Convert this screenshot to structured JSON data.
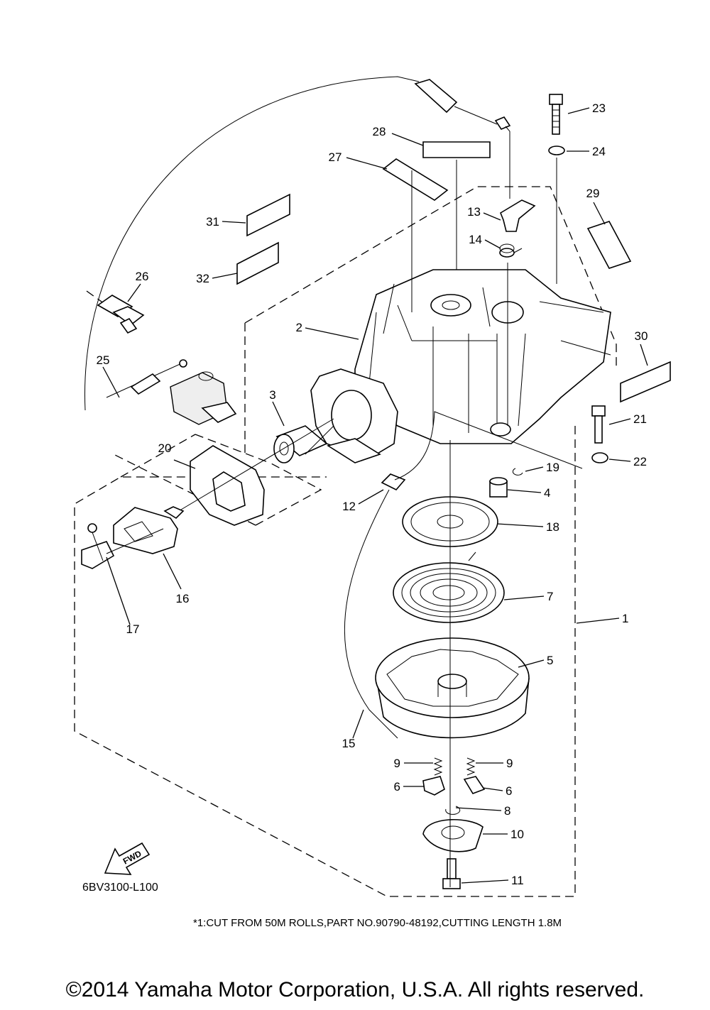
{
  "diagram": {
    "callouts": [
      {
        "id": "1",
        "label": "1"
      },
      {
        "id": "2",
        "label": "2"
      },
      {
        "id": "3",
        "label": "3"
      },
      {
        "id": "4",
        "label": "4"
      },
      {
        "id": "5",
        "label": "5"
      },
      {
        "id": "6a",
        "label": "6"
      },
      {
        "id": "6b",
        "label": "6"
      },
      {
        "id": "7",
        "label": "7"
      },
      {
        "id": "8",
        "label": "8"
      },
      {
        "id": "9a",
        "label": "9"
      },
      {
        "id": "9b",
        "label": "9"
      },
      {
        "id": "10",
        "label": "10"
      },
      {
        "id": "11",
        "label": "11"
      },
      {
        "id": "12",
        "label": "12"
      },
      {
        "id": "13",
        "label": "13"
      },
      {
        "id": "14",
        "label": "14"
      },
      {
        "id": "15",
        "label": "15"
      },
      {
        "id": "16",
        "label": "16"
      },
      {
        "id": "17",
        "label": "17"
      },
      {
        "id": "18",
        "label": "18"
      },
      {
        "id": "19",
        "label": "19"
      },
      {
        "id": "20",
        "label": "20"
      },
      {
        "id": "21",
        "label": "21"
      },
      {
        "id": "22",
        "label": "22"
      },
      {
        "id": "23",
        "label": "23"
      },
      {
        "id": "24",
        "label": "24"
      },
      {
        "id": "25",
        "label": "25"
      },
      {
        "id": "26",
        "label": "26"
      },
      {
        "id": "27",
        "label": "27"
      },
      {
        "id": "28",
        "label": "28"
      },
      {
        "id": "29",
        "label": "29"
      },
      {
        "id": "30",
        "label": "30"
      },
      {
        "id": "31",
        "label": "31"
      },
      {
        "id": "32",
        "label": "32"
      }
    ],
    "fwd_label": "FWD",
    "diagram_code": "6BV3100-L100",
    "footnote": "*1:CUT FROM 50M ROLLS,PART NO.90790-48192,CUTTING LENGTH 1.8M"
  },
  "copyright": "©2014 Yamaha Motor Corporation, U.S.A. All rights reserved."
}
